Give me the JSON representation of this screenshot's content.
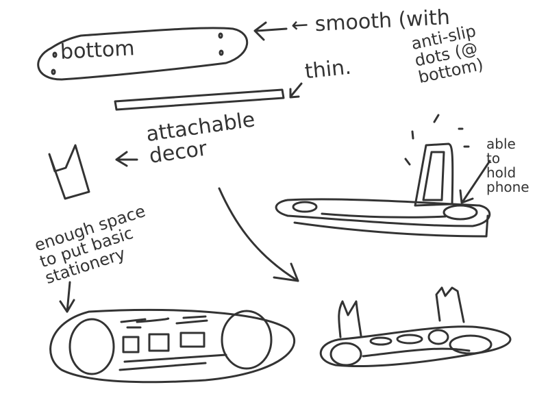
{
  "sketch": {
    "type": "hand-drawn product concept sketch",
    "stroke_color": "#333333",
    "background_color": "#ffffff"
  },
  "annotations": {
    "bottom_label": "bottom",
    "smooth": "← smooth (with",
    "anti_slip": "anti-slip\ndots (@\nbottom)",
    "thin": "thin.",
    "attachable_decor": "attachable\ndecor",
    "able_to_hold_phone": "able\nto\nhold\nphone",
    "enough_space": "enough space\nto put basic\nstationery"
  },
  "drawings": [
    {
      "id": "bottom-view",
      "description": "oval bottom view with four anti-slip dots"
    },
    {
      "id": "side-view",
      "description": "thin flat side profile"
    },
    {
      "id": "decor-piece",
      "description": "ear-shaped attachable decor piece"
    },
    {
      "id": "phone-stand-view",
      "description": "tray perspective holding an upright phone"
    },
    {
      "id": "top-view",
      "description": "top view with two round holders and three stationery compartments"
    },
    {
      "id": "perspective-with-decor",
      "description": "tray perspective with attachable ear decor pieces"
    }
  ]
}
